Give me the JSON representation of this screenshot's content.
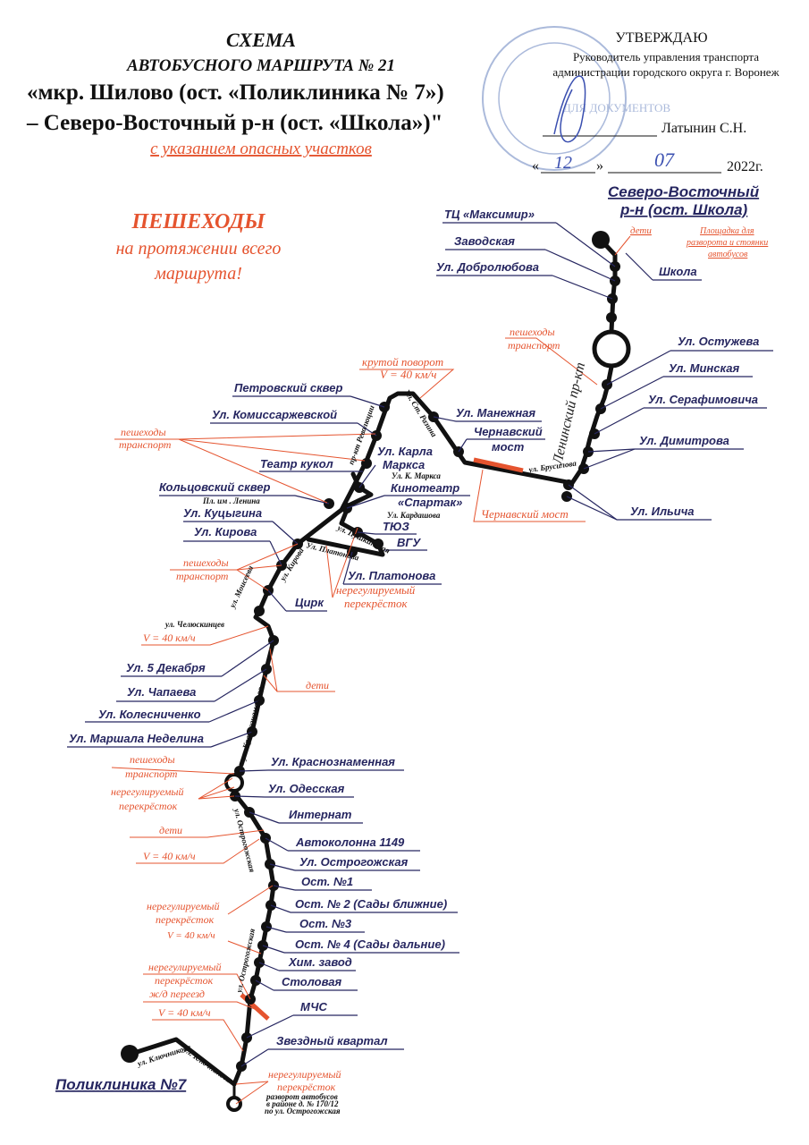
{
  "header": {
    "title": "СХЕМА",
    "subtitle": "АВТОБУСНОГО МАРШРУТА № 21",
    "route_line1": "«мкр. Шилово (ост. «Поликлиника № 7»)",
    "route_line2": "– Северо-Восточный р-н (ост. «Школа»)\"",
    "note": "с указанием опасных участков"
  },
  "approval": {
    "approve": "УТВЕРЖДАЮ",
    "position_line1": "Руководитель управления транспорта",
    "position_line2": "администрации городского округа  г. Воронеж",
    "name": "Латынин С.Н.",
    "quote_open": "«",
    "day": "12",
    "quote_close": "»",
    "month": "07",
    "year": "2022г.",
    "stamp_text": "ДЛЯ ДОКУМЕНТОВ"
  },
  "pedestrians_note": {
    "line1": "ПЕШЕХОДЫ",
    "line2": "на протяжении всего",
    "line3": "маршрута!"
  },
  "terminals": {
    "north_line1": "Северо-Восточный",
    "north_line2": "р-н (ост. Школа)",
    "south": "Поликлиника №7"
  },
  "stops": [
    "ТЦ «Максимир»",
    "Заводская",
    "Ул. Добролюбова",
    "Школа",
    "Ул. Остужева",
    "Ул. Минская",
    "Ул. Серафимовича",
    "Ул. Димитрова",
    "Ул. Ильича",
    "Ул. Манежная",
    "Чернавский",
    "мост",
    "Петровский сквер",
    "Ул. Комиссаржевской",
    "Ул. Карла",
    "Маркса",
    "Театр кукол",
    "Кинотеатр",
    "«Спартак»",
    "Кольцовский сквер",
    "ТЮЗ",
    "ВГУ",
    "Ул. Куцыгина",
    "Ул. Кирова",
    "Ул. Платонова",
    "Цирк",
    "Ул. 5 Декабря",
    "Ул. Чапаева",
    "Ул. Колесниченко",
    "Ул. Маршала Неделина",
    "Ул. Краснознаменная",
    "Ул. Одесская",
    "Интернат",
    "Автоколонна 1149",
    "Ул. Острогожская",
    "Ост. №1",
    "Ост. № 2 (Сады ближние)",
    "Ост. №3",
    "Ост. № 4 (Сады дальние)",
    "Хим. завод",
    "Столовая",
    "МЧС",
    "Звездный квартал"
  ],
  "warnings": {
    "sharp_turn": "крутой поворот",
    "speed": "V = 40 км/ч",
    "pedestrians": "пешеходы",
    "transport": "транспорт",
    "children": "дети",
    "unregulated": "нерегулируемый",
    "crossroad": "перекрёсток",
    "railway": "ж/д переезд",
    "bridge": "Чернавский мост",
    "site_line1": "Площадка для",
    "site_line2": "разворота и стоянки",
    "site_line3": "автобусов",
    "turn_line1": "разворот автобусов",
    "turn_line2": "в районе д. № 170/12",
    "turn_line3": "по ул. Острогожская"
  },
  "streets": {
    "revolutsii": "пр-кт Революции",
    "razina": "Ул. Ст. Разина",
    "leninsky": "Ленинский пр-кт",
    "k_marksa": "Ул. К. Маркса",
    "kardashova": "Ул. Кардашова",
    "lenin_sq": "Пл. им . Ленина",
    "pushkinskaya": "ул. Пушкинская",
    "platonova": "Ул. Платонова",
    "kirova": "ул. Кирова",
    "moiseeva": "ул. Моисеева",
    "chelyuskintsev": "ул. Челюскинцев",
    "krasnoznamennaya": "ул. Краснознаменная",
    "ostrogozhskaya": "ул. Острогожская",
    "klyuchnikova": "ул. Ключникова",
    "brusilova": "ул. Брусилова"
  },
  "colors": {
    "stop_label": "#262660",
    "warning": "#e5542f",
    "route": "#111111",
    "stamp": "#8fa3cf"
  }
}
